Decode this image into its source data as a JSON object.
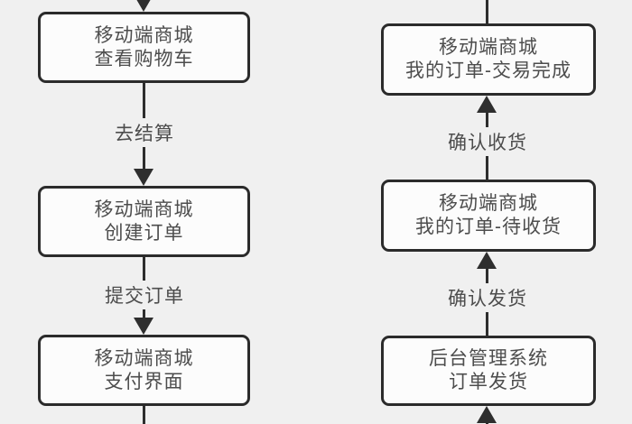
{
  "canvas": {
    "colors": {
      "bg": "#f0f0f0",
      "node-fill": "#fcfcfc",
      "border": "#2b2b2b",
      "text": "#4d4d4d",
      "arrow": "#2e2e2e"
    }
  },
  "flowchart": {
    "left_column": {
      "direction": "down",
      "nodes": [
        {
          "line1": "移动端商城",
          "line2": "查看购物车"
        },
        {
          "line1": "移动端商城",
          "line2": "创建订单"
        },
        {
          "line1": "移动端商城",
          "line2": "支付界面"
        }
      ],
      "edge_labels": [
        "去结算",
        "提交订单"
      ]
    },
    "right_column": {
      "direction": "up",
      "nodes": [
        {
          "line1": "移动端商城",
          "line2": "我的订单-交易完成"
        },
        {
          "line1": "移动端商城",
          "line2": "我的订单-待收货"
        },
        {
          "line1": "后台管理系统",
          "line2": "订单发货"
        }
      ],
      "edge_labels": [
        "确认收货",
        "确认发货"
      ]
    }
  }
}
